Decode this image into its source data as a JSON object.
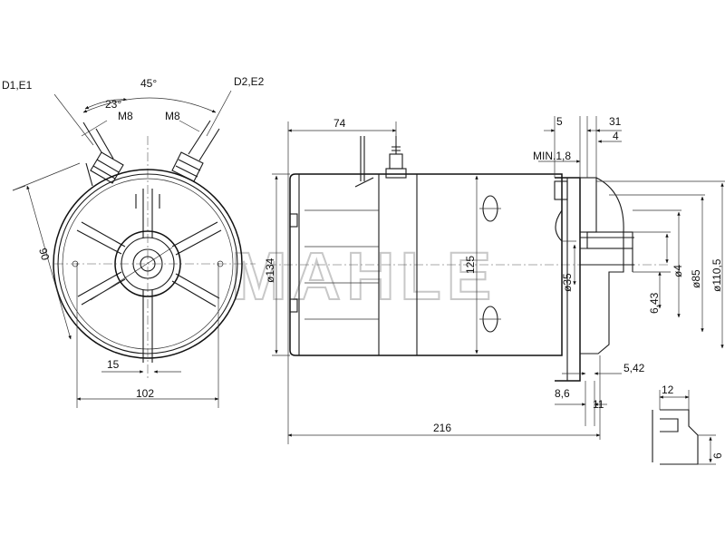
{
  "watermark": "MAHLE",
  "colors": {
    "line": "#1a1a1a",
    "watermark": "#c8c8c8"
  },
  "front_view": {
    "terminal_left": "D1,E1",
    "terminal_right": "D2,E2",
    "angle_outer": "45°",
    "angle_inner": "23°",
    "thread_left": "M8",
    "thread_right": "M8",
    "radius_dim": "90",
    "offset_dim": "15",
    "width_dim": "102"
  },
  "side_view": {
    "dim_body_offset": "74",
    "dim_housing_dia": "ø134",
    "dim_flange_dia": "125",
    "dim_overall_length": "216"
  },
  "flange_detail": {
    "dim_5": "5",
    "dim_31": "31",
    "dim_4_top": "4",
    "dim_min": "MIN.1,8",
    "dim_35": "ø35",
    "dim_4_shaft": "ø4",
    "dim_85": "ø85",
    "dim_110": "ø110,5",
    "dim_643": "6,43",
    "dim_542": "5,42",
    "dim_86": "8,6",
    "dim_11": "11",
    "dim_12": "12",
    "dim_6": "6"
  }
}
